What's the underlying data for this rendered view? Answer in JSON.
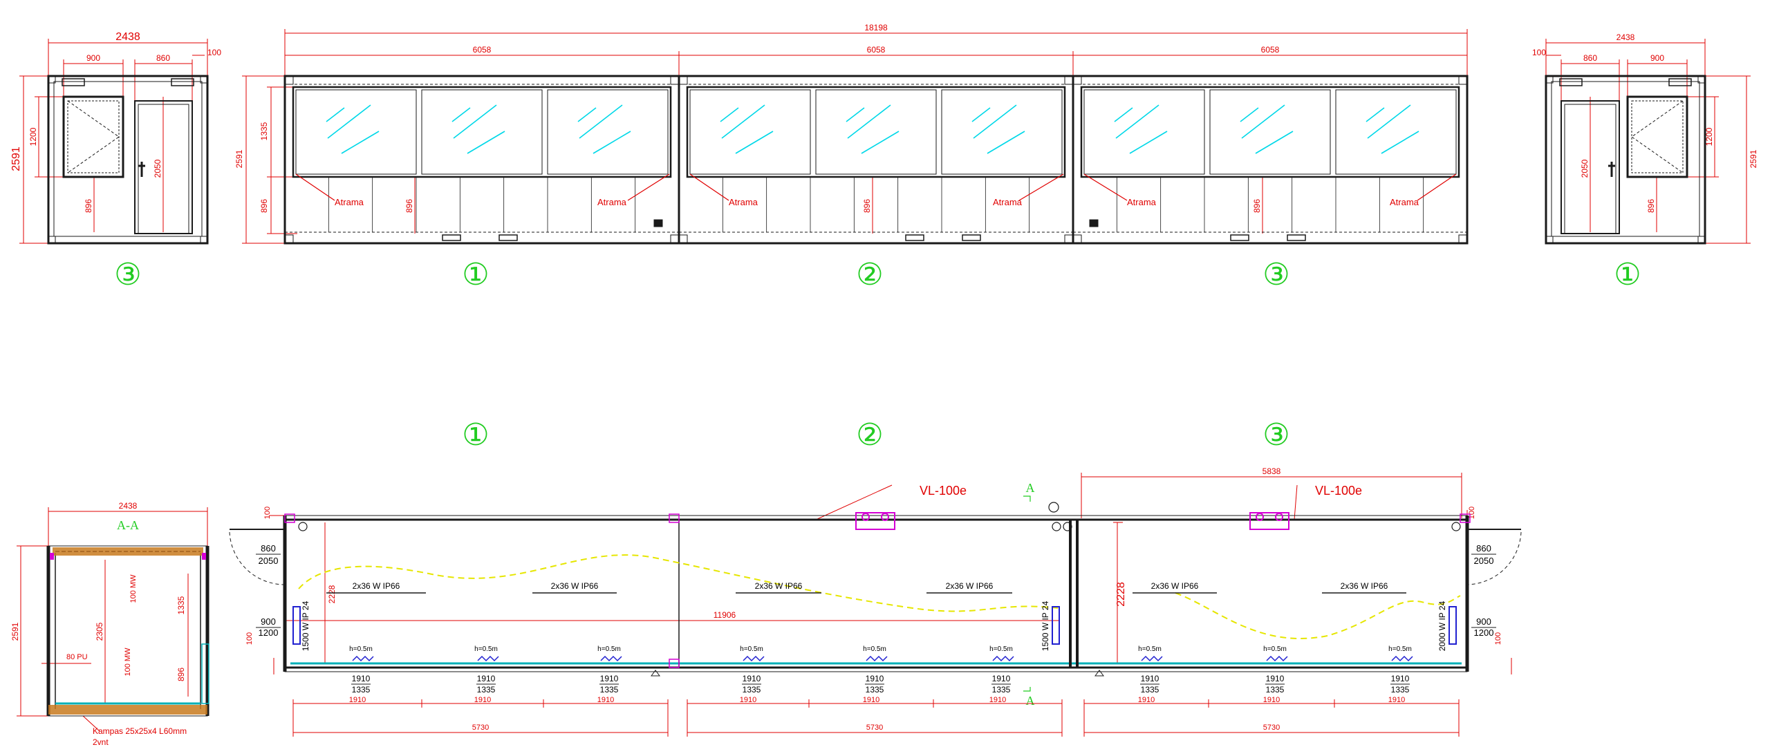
{
  "colors": {
    "dimension": "#e00000",
    "outline": "#1a1a1a",
    "glazing": "#00d8e8",
    "module_marker": "#22cc22",
    "wiring": "#e6e600",
    "fixture": "#d400d4",
    "heater": "#2020d0",
    "floor_trim": "#00b0b8",
    "roof_beam": "#c87a1e"
  },
  "top": {
    "total": "18198",
    "module": [
      "6058",
      "6058",
      "6058"
    ],
    "height_left": "2591",
    "window_h": "1335",
    "sill": "896",
    "atrama": "Atrama",
    "markers": [
      "①",
      "②",
      "③"
    ]
  },
  "left_elev": {
    "width": "2438",
    "w1": "900",
    "w2": "860",
    "w3": "100",
    "height": "2591",
    "win_h": "1200",
    "door_h": "2050",
    "sill": "896",
    "marker": "③"
  },
  "right_elev": {
    "width": "2438",
    "w1": "100",
    "w2": "860",
    "w3": "900",
    "height": "2591",
    "win_h": "1200",
    "door_h": "2050",
    "sill": "896",
    "marker": "①"
  },
  "section": {
    "title": "A-A",
    "width": "2438",
    "height": "2591",
    "inner_h": "2305",
    "top_ins": "100 MW",
    "bot_ins": "100 MW",
    "wall": "80 PU",
    "win_h": "1335",
    "sill": "896",
    "note1": "Kampas 25x25x4 L60mm",
    "note2": "2vnt"
  },
  "plan": {
    "markers": [
      "①",
      "②",
      "③"
    ],
    "dim_5838": "5838",
    "vent": "VL-100e",
    "section_mark": "A",
    "light": "2x36 W IP66",
    "height_2228": "2228",
    "dim_11906": "11906",
    "d100": "100",
    "door_l_w": "860",
    "door_l_h": "2050",
    "win_l_w": "900",
    "win_l_h": "1200",
    "door_r_w": "860",
    "door_r_h": "2050",
    "win_r_w": "900",
    "win_r_h": "1200",
    "heater_1500": "1500 W  IP 24",
    "heater_2000": "2000 W  IP 24",
    "socket_h": "h=0.5m",
    "win_top": "1910",
    "win_bot": "1335",
    "seg": "1910",
    "total_5730": "5730"
  }
}
